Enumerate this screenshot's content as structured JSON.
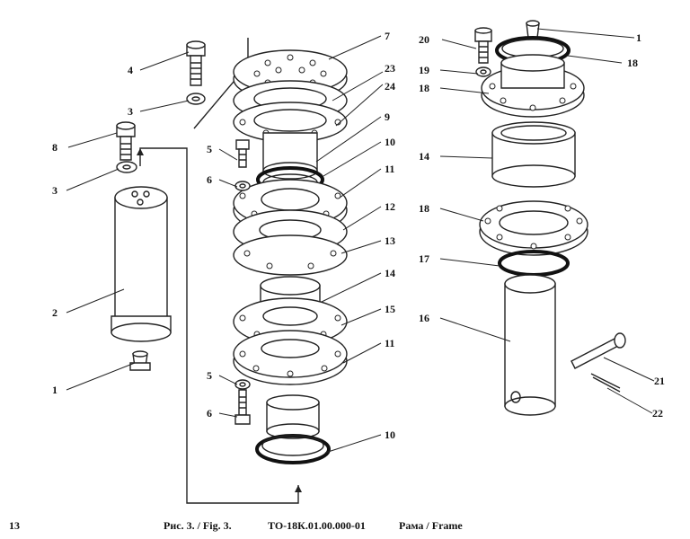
{
  "labels": [
    {
      "id": "l1",
      "text": "7"
    },
    {
      "id": "l2",
      "text": "23"
    },
    {
      "id": "l3",
      "text": "24"
    },
    {
      "id": "l4",
      "text": "9"
    },
    {
      "id": "l5",
      "text": "10"
    },
    {
      "id": "l6",
      "text": "11"
    },
    {
      "id": "l7",
      "text": "12"
    },
    {
      "id": "l8",
      "text": "13"
    },
    {
      "id": "l9",
      "text": "14"
    },
    {
      "id": "l10",
      "text": "15"
    },
    {
      "id": "l11",
      "text": "11"
    },
    {
      "id": "l12",
      "text": "10"
    },
    {
      "id": "l13",
      "text": "4"
    },
    {
      "id": "l14",
      "text": "3"
    },
    {
      "id": "l15",
      "text": "8"
    },
    {
      "id": "l16",
      "text": "3"
    },
    {
      "id": "l17",
      "text": "2"
    },
    {
      "id": "l18",
      "text": "1"
    },
    {
      "id": "l19",
      "text": "5"
    },
    {
      "id": "l20",
      "text": "6"
    },
    {
      "id": "l21",
      "text": "5"
    },
    {
      "id": "l22",
      "text": "6"
    },
    {
      "id": "l23",
      "text": "20"
    },
    {
      "id": "l24",
      "text": "1"
    },
    {
      "id": "l25",
      "text": "19"
    },
    {
      "id": "l26",
      "text": "18"
    },
    {
      "id": "l27",
      "text": "18"
    },
    {
      "id": "l28",
      "text": "14"
    },
    {
      "id": "l29",
      "text": "18"
    },
    {
      "id": "l30",
      "text": "17"
    },
    {
      "id": "l31",
      "text": "16"
    },
    {
      "id": "l32",
      "text": "21"
    },
    {
      "id": "l33",
      "text": "22"
    }
  ],
  "footer": {
    "page_number": "13",
    "figure": "Рис. 3. / Fig. 3.",
    "code": "ТО-18К.01.00.000-01",
    "title": "Рама / Frame"
  }
}
